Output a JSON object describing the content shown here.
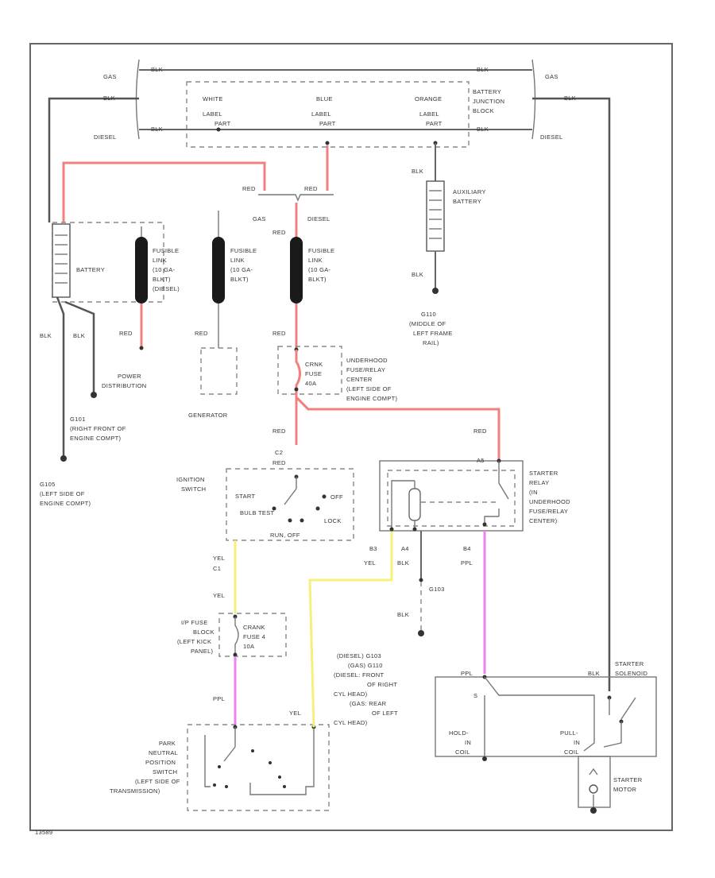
{
  "figure_id": "13589",
  "battery_junction_block": {
    "title_lines": [
      "BATTERY",
      "JUNCTION",
      "BLOCK"
    ],
    "labels": [
      {
        "color": "WHITE",
        "text1": "LABEL",
        "text2": "PART"
      },
      {
        "color": "BLUE",
        "text1": "LABEL",
        "text2": "PART"
      },
      {
        "color": "ORANGE",
        "text1": "LABEL",
        "text2": "PART"
      }
    ]
  },
  "wire_labels": {
    "blk": "BLK",
    "red": "RED",
    "yel": "YEL",
    "ppl": "PPL",
    "gas": "GAS",
    "diesel": "DIESEL"
  },
  "components": {
    "battery": "BATTERY",
    "auxiliary_battery": [
      "AUXILIARY",
      "BATTERY"
    ],
    "fusible_link_diesel": [
      "FUSIBLE",
      "LINK",
      "(10 GA-",
      "BLKT)",
      "(DIESEL)"
    ],
    "fusible_link_gen": [
      "FUSIBLE",
      "LINK",
      "(10 GA-",
      "BLKT)"
    ],
    "fusible_link_main": [
      "FUSIBLE",
      "LINK",
      "(10 GA-",
      "BLKT)"
    ],
    "power_distribution": [
      "POWER",
      "DISTRIBUTION"
    ],
    "generator": "GENERATOR",
    "underhood_center": [
      "UNDERHOOD",
      "FUSE/RELAY",
      "CENTER",
      "(LEFT SIDE OF",
      "ENGINE COMPT)"
    ],
    "crnk_fuse": [
      "CRNK",
      "FUSE",
      "40A"
    ],
    "ignition_switch": [
      "IGNITION",
      "SWITCH"
    ],
    "ign_positions": {
      "start": "START",
      "off": "OFF",
      "bulb_test": "BULB TEST",
      "lock": "LOCK",
      "run": "RUN, OFF"
    },
    "starter_relay": [
      "STARTER",
      "RELAY",
      "(IN",
      "UNDERHOOD",
      "FUSE/RELAY",
      "CENTER)"
    ],
    "ip_fuse_block": [
      "I/P FUSE",
      "BLOCK",
      "(LEFT KICK",
      "PANEL)"
    ],
    "crank_fuse": [
      "CRANK",
      "FUSE 4",
      "10A"
    ],
    "pnp_switch": [
      "PARK",
      "NEUTRAL",
      "POSITION",
      "SWITCH",
      "(LEFT SIDE OF",
      "TRANSMISSION)"
    ],
    "starter_solenoid": [
      "STARTER",
      "SOLENOID"
    ],
    "starter_motor": [
      "STARTER",
      "MOTOR"
    ],
    "hold_in": [
      "HOLD-",
      "IN",
      "COIL"
    ],
    "pull_in": [
      "PULL-",
      "IN",
      "COIL"
    ]
  },
  "grounds": {
    "g101": [
      "G101",
      "(RIGHT FRONT OF",
      "ENGINE COMPT)"
    ],
    "g105": [
      "G105",
      "(LEFT SIDE OF",
      "ENGINE COMPT)"
    ],
    "g110": [
      "G110",
      "(MIDDLE OF",
      "LEFT FRAME",
      "RAIL)"
    ],
    "g103": "G103",
    "g103_note": [
      "(DIESEL) G103",
      "(GAS) G110",
      "(DIESEL: FRONT",
      "OF RIGHT",
      "CYL HEAD)",
      "(GAS: REAR",
      "OF LEFT",
      "CYL HEAD)"
    ]
  },
  "pins": {
    "ign_c2": "C2",
    "ign_c1": "C1",
    "relay_a": "A5",
    "relay_b3": "B3",
    "relay_a4": "A4",
    "relay_b4": "B4",
    "sol_s": "S"
  }
}
